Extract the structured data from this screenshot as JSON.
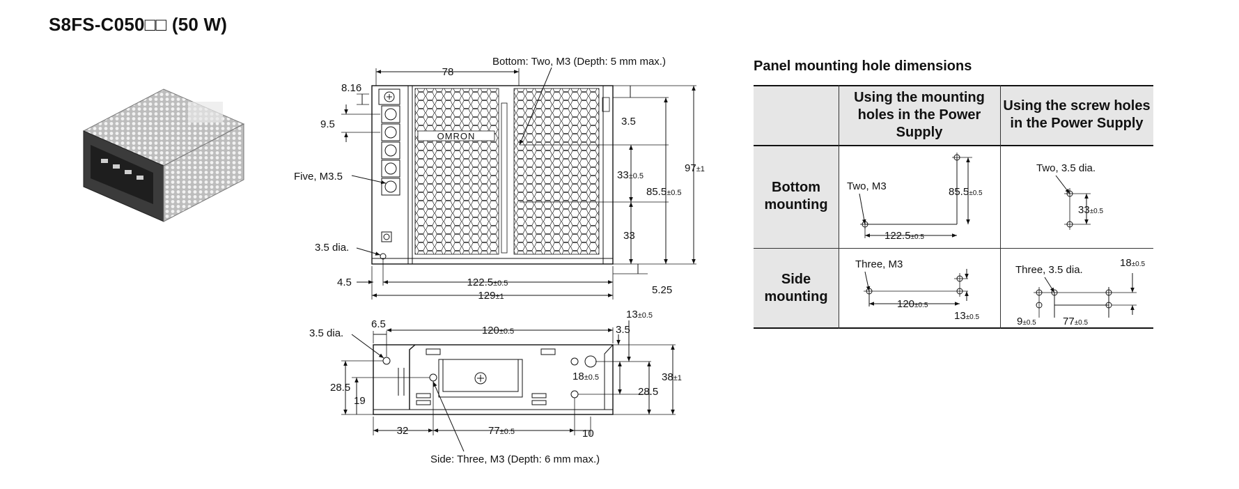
{
  "title": "S8FS-C050□□ (50 W)",
  "drawing": {
    "front": {
      "dim_top": "78",
      "bottom_note": "Bottom: Two, M3 (Depth: 5 mm max.)",
      "d_816": "8.16",
      "d_95": "9.5",
      "five_m35": "Five, M3.5",
      "dia_35": "3.5 dia.",
      "d_45": "4.5",
      "w_1225": "122.5",
      "w_1225_tol": "±0.5",
      "w_129": "129",
      "w_129_tol": "±1",
      "r_35": "3.5",
      "r_33a": "33",
      "r_33a_tol": "±0.5",
      "r_855": "85.5",
      "r_855_tol": "±0.5",
      "r_97": "97",
      "r_97_tol": "±1",
      "r_33b": "33",
      "r_525": "5.25",
      "logo": "OMRON"
    },
    "side": {
      "d_65": "6.5",
      "dia_35": "3.5 dia.",
      "w_120": "120",
      "w_120_tol": "±0.5",
      "d_13": "13",
      "d_13_tol": "±0.5",
      "d_35": "3.5",
      "l_285": "28.5",
      "l_19": "19",
      "m_18": "18",
      "m_18_tol": "±0.5",
      "r_285": "28.5",
      "r_38": "38",
      "r_38_tol": "±1",
      "b_32": "32",
      "b_77": "77",
      "b_77_tol": "±0.5",
      "b_10": "10",
      "side_note": "Side: Three, M3 (Depth: 6 mm max.)"
    }
  },
  "panel": {
    "title": "Panel mounting hole dimensions",
    "col1": "Using the mounting holes in the Power Supply",
    "col2": "Using the screw holes in the Power Supply",
    "row1": "Bottom mounting",
    "row2": "Side mounting",
    "bm1": {
      "label": "Two, M3",
      "v": "85.5",
      "v_tol": "±0.5",
      "h": "122.5",
      "h_tol": "±0.5"
    },
    "bs1": {
      "label": "Two, 3.5 dia.",
      "v": "33",
      "v_tol": "±0.5"
    },
    "sm1": {
      "label": "Three, M3",
      "h": "120",
      "h_tol": "±0.5",
      "v": "13",
      "v_tol": "±0.5"
    },
    "ss1": {
      "label": "Three, 3.5 dia.",
      "top": "18",
      "top_tol": "±0.5",
      "a": "9",
      "a_tol": "±0.5",
      "b": "77",
      "b_tol": "±0.5"
    }
  }
}
